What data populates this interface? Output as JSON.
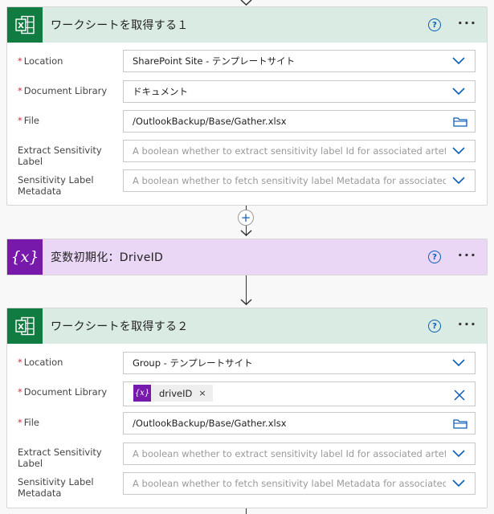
{
  "card1": {
    "title": "ワークシートを取得する１",
    "icon": "excel-icon",
    "fields": {
      "location": {
        "label": "Location",
        "value": "SharePoint Site - テンプレートサイト"
      },
      "library": {
        "label": "Document Library",
        "value": "ドキュメント"
      },
      "file": {
        "label": "File",
        "value": "/OutlookBackup/Base/Gather.xlsx"
      },
      "extract": {
        "label": "Extract Sensitivity Label",
        "placeholder": "A boolean whether to extract sensitivity label Id for associated artefact."
      },
      "metadata": {
        "label": "Sensitivity Label Metadata",
        "placeholder": "A boolean whether to fetch sensitivity label Metadata for associated Label"
      }
    }
  },
  "card2": {
    "title": "変数初期化：DriveID",
    "icon": "variable-icon",
    "tile_glyph": "{x}"
  },
  "card3": {
    "title": "ワークシートを取得する２",
    "icon": "excel-icon",
    "fields": {
      "location": {
        "label": "Location",
        "value": "Group - テンプレートサイト"
      },
      "library": {
        "label": "Document Library",
        "token": "driveID",
        "token_glyph": "{x}",
        "token_remove": "×"
      },
      "file": {
        "label": "File",
        "value": "/OutlookBackup/Base/Gather.xlsx"
      },
      "extract": {
        "label": "Extract Sensitivity Label",
        "placeholder": "A boolean whether to extract sensitivity label Id for associated artefact."
      },
      "metadata": {
        "label": "Sensitivity Label Metadata",
        "placeholder": "A boolean whether to fetch sensitivity label Metadata for associated Label"
      }
    }
  },
  "header_help": "?",
  "header_more": "···",
  "required_marker": "*",
  "insert_step": "+",
  "colors": {
    "excel": "#107c41",
    "variable": "#7719aa",
    "accent": "#0a5eb8",
    "required": "#c4314b"
  }
}
